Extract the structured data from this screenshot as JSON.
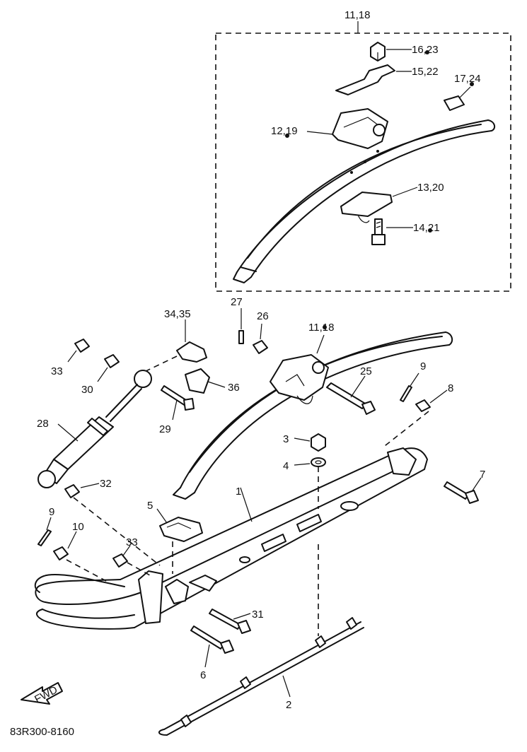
{
  "diagram": {
    "code": "83R300-8160",
    "fwd_label": "FWD",
    "callouts": {
      "c11_18_top": "11,18",
      "c16_23": "16,23",
      "c15_22": "15,22",
      "c17_24": "17,24",
      "c12_19": "12,19",
      "c13_20": "13,20",
      "c14_21": "14,21",
      "c34_35": "34,35",
      "c27": "27",
      "c26": "26",
      "c11_18_mid": "11,18",
      "c25": "25",
      "c9_right": "9",
      "c8": "8",
      "c33_left": "33",
      "c30": "30",
      "c36": "36",
      "c29": "29",
      "c28": "28",
      "c3": "3",
      "c4": "4",
      "c7": "7",
      "c1": "1",
      "c32": "32",
      "c5": "5",
      "c9_left": "9",
      "c10": "10",
      "c33_mid": "33",
      "c31": "31",
      "c6": "6",
      "c2": "2"
    }
  }
}
